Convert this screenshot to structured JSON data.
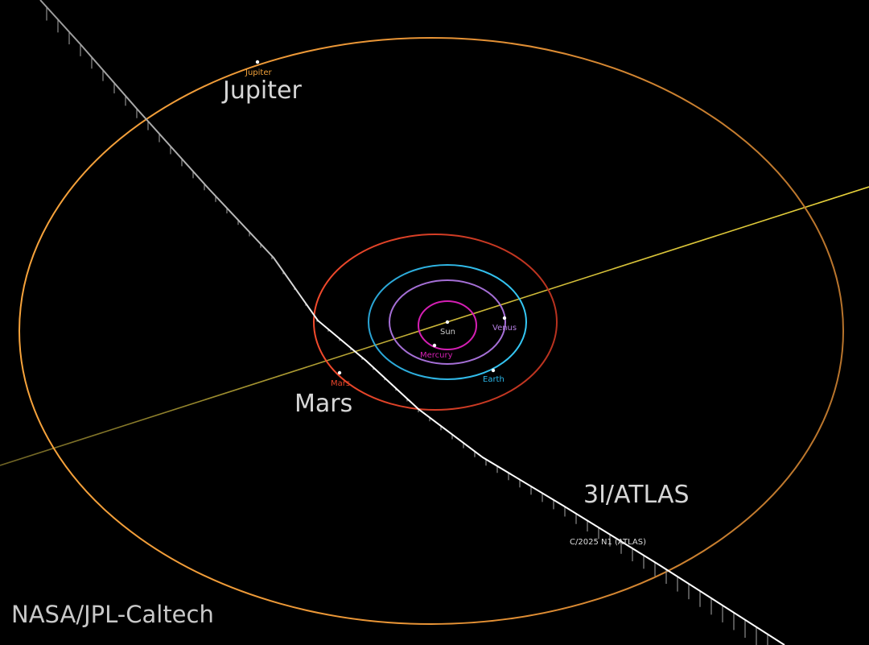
{
  "labels": {
    "jupiter_small": "Jupiter",
    "jupiter_big": "Jupiter",
    "mars_small": "Mars",
    "mars_big": "Mars",
    "sun": "Sun",
    "mercury": "Mercury",
    "venus": "Venus",
    "earth": "Earth",
    "comet_big": "3I/ATLAS",
    "comet_small": "C/2025 N1 (ATLAS)",
    "credit": "NASA/JPL-Caltech"
  },
  "colors": {
    "background": "#000000",
    "jupiter_orbit": "#f2a23a",
    "mars_orbit": "#e8452a",
    "earth_orbit": "#2bb6e8",
    "venus_orbit": "#a56fd6",
    "mercury_orbit": "#d51fb4",
    "ecliptic_axis": "#e8d23a",
    "comet_path": "#ffffff",
    "jupiter_label": "#f2a23a",
    "mars_label": "#e8452a",
    "earth_label": "#2bb6e8",
    "venus_label": "#b57fe0",
    "mercury_label": "#d51fb4",
    "sun_label": "#cccccc",
    "comet_label": "#dddddd"
  }
}
